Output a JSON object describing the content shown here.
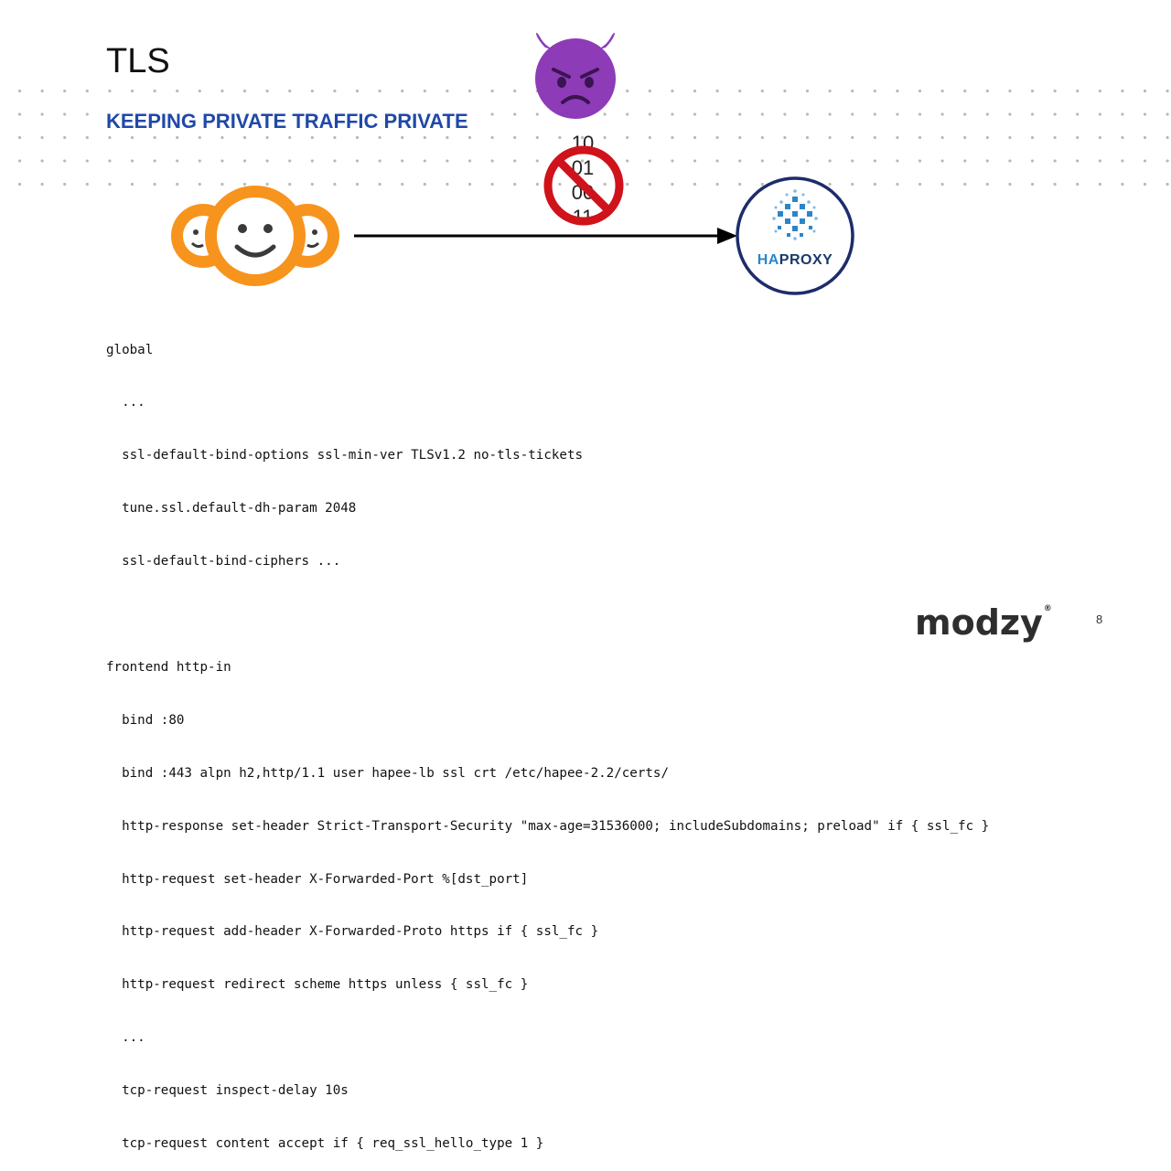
{
  "slide": {
    "title": "TLS",
    "subtitle": "KEEPING PRIVATE TRAFFIC PRIVATE",
    "page_number": "8"
  },
  "diagram": {
    "attacker_icon": "angry-devil-face-icon",
    "client_icon": "group-of-smiley-faces-icon",
    "blocked_icon": "prohibited-sign-icon",
    "server_icon": "haproxy-logo",
    "binary_digits": [
      "10",
      "01",
      "00",
      "11"
    ],
    "server_label_accent": "HA",
    "server_label_rest": "PROXY",
    "colors": {
      "client_orange": "#f7941d",
      "devil_purple": "#8e3bb8",
      "prohibited_red": "#d0121b",
      "server_ring": "#1d2c6b",
      "haproxy_blue": "#2b86c9",
      "subtitle_blue": "#1f48a8"
    }
  },
  "config": {
    "lines": [
      "global",
      "  ...",
      "  ssl-default-bind-options ssl-min-ver TLSv1.2 no-tls-tickets",
      "  tune.ssl.default-dh-param 2048",
      "  ssl-default-bind-ciphers ...",
      "",
      "frontend http-in",
      "  bind :80",
      "  bind :443 alpn h2,http/1.1 user hapee-lb ssl crt /etc/hapee-2.2/certs/",
      "  http-response set-header Strict-Transport-Security \"max-age=31536000; includeSubdomains; preload\" if { ssl_fc }",
      "  http-request set-header X-Forwarded-Port %[dst_port]",
      "  http-request add-header X-Forwarded-Proto https if { ssl_fc }",
      "  http-request redirect scheme https unless { ssl_fc }",
      "  ...",
      "  tcp-request inspect-delay 10s",
      "  tcp-request content accept if { req_ssl_hello_type 1 }"
    ]
  },
  "branding": {
    "logo_text": "modzy",
    "logo_mark": "®"
  }
}
